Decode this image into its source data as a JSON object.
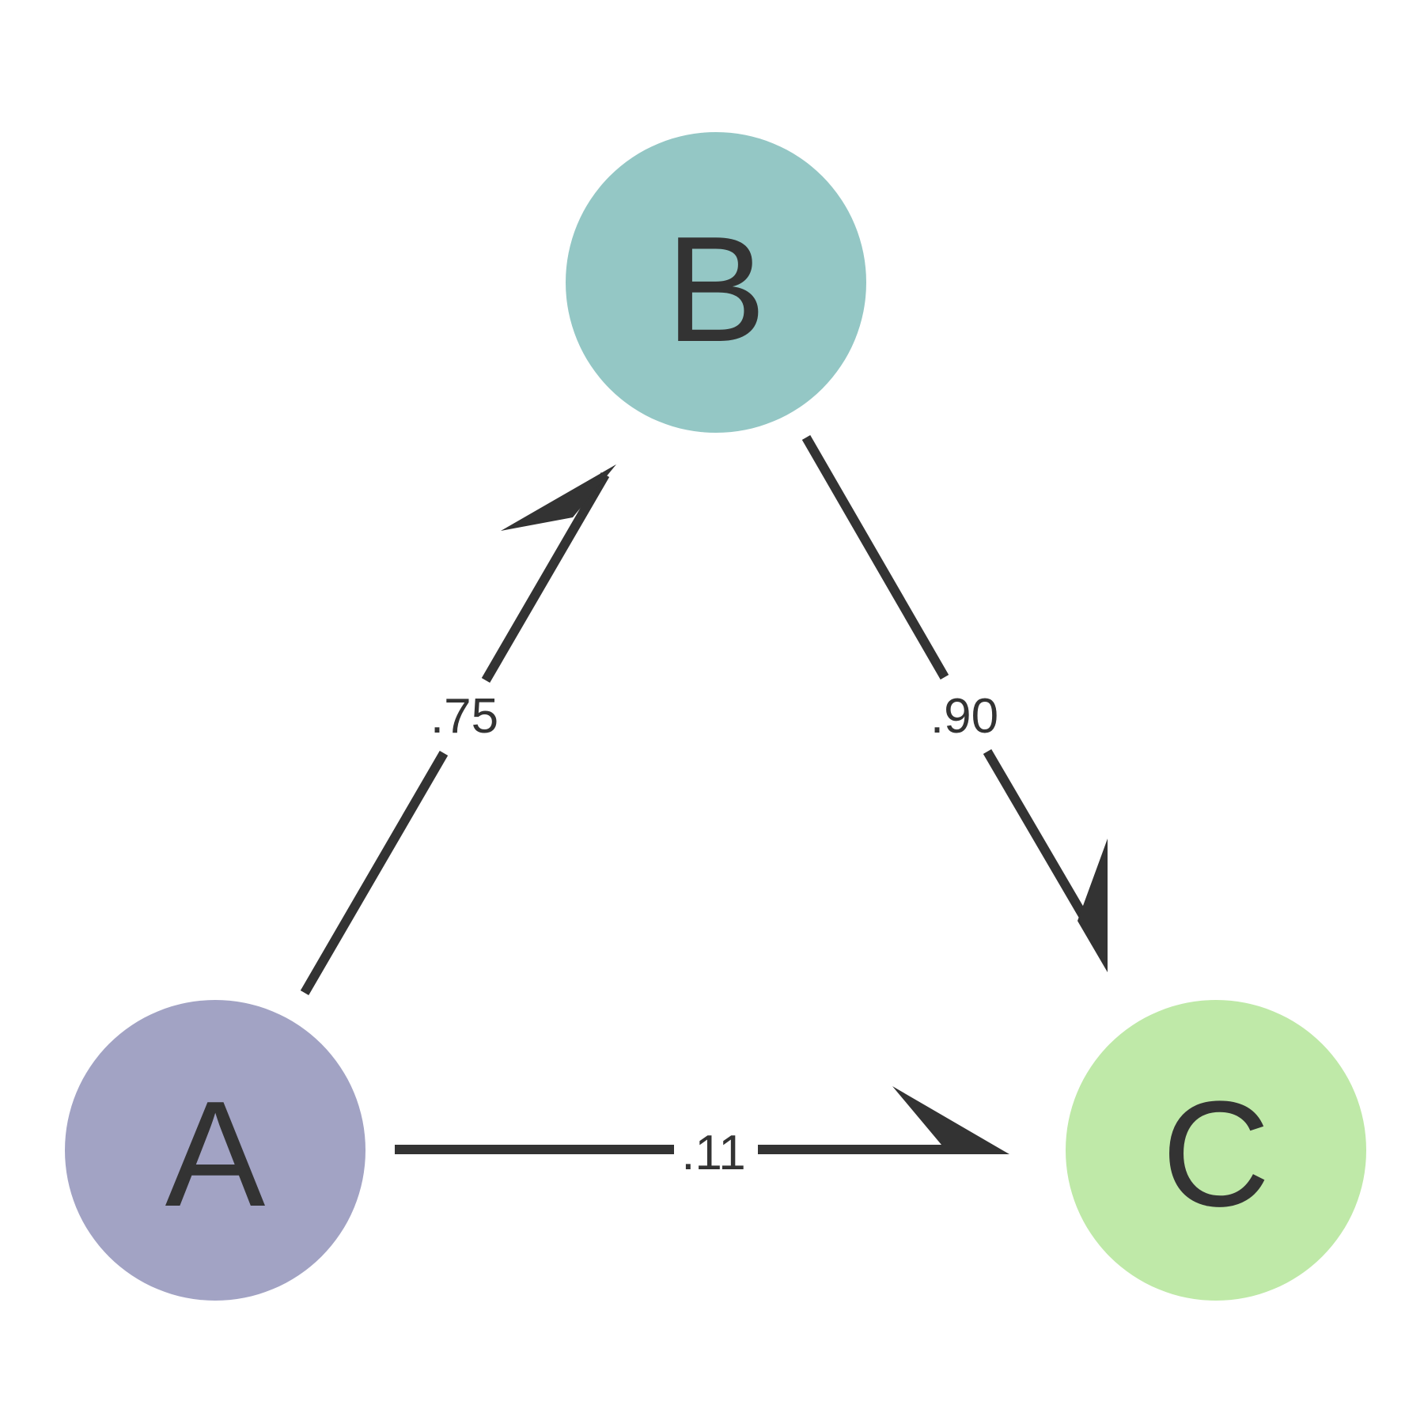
{
  "nodes": [
    {
      "id": "A",
      "label": "A",
      "color": "#a2a3c4"
    },
    {
      "id": "B",
      "label": "B",
      "color": "#94c7c5"
    },
    {
      "id": "C",
      "label": "C",
      "color": "#bfe9a8"
    }
  ],
  "edges": [
    {
      "from": "A",
      "to": "B",
      "label": ".75"
    },
    {
      "from": "B",
      "to": "C",
      "label": ".90"
    },
    {
      "from": "A",
      "to": "C",
      "label": ".11"
    }
  ],
  "colors": {
    "edge": "#333333",
    "text": "#333333",
    "background": "#ffffff"
  }
}
